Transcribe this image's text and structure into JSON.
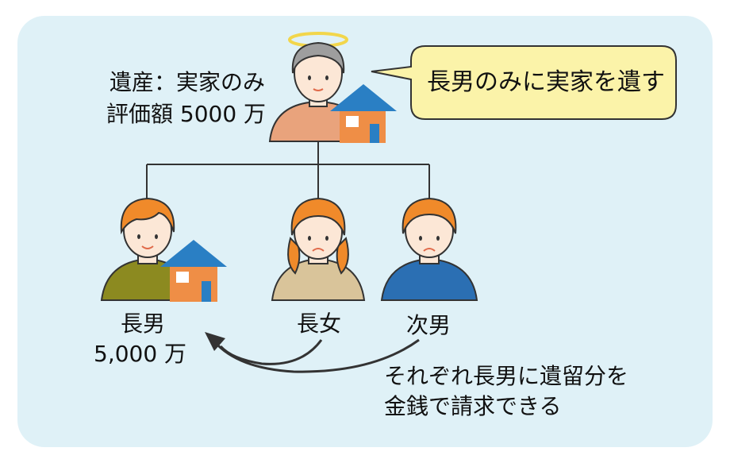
{
  "estate": {
    "line1": "遺産：実家のみ",
    "line2": "評価額 5000 万"
  },
  "speech": {
    "text": "長男のみに実家を遺す"
  },
  "children": [
    {
      "label": "長男",
      "amount": "5,000 万"
    },
    {
      "label": "長女"
    },
    {
      "label": "次男"
    }
  ],
  "note": {
    "line1": "それぞれ長男に遺留分を",
    "line2": "金銭で請求できる"
  },
  "colors": {
    "panel_bg": "#dff1f7",
    "speech_bg": "#fbf3a9",
    "roof": "#2a7fc4",
    "house_wall": "#ef8e46",
    "hair": "#f08a2a",
    "skin": "#fce7d6",
    "eldest_shirt": "#8c8a20",
    "daughter_shirt": "#d9c49a",
    "second_shirt": "#2b6fb3",
    "parent_shirt": "#e9a37c",
    "parent_hair": "#9e9e9e",
    "halo": "#f2d64b"
  },
  "icons": [
    "halo-icon",
    "house-icon",
    "person-icon",
    "arrow-icon"
  ]
}
